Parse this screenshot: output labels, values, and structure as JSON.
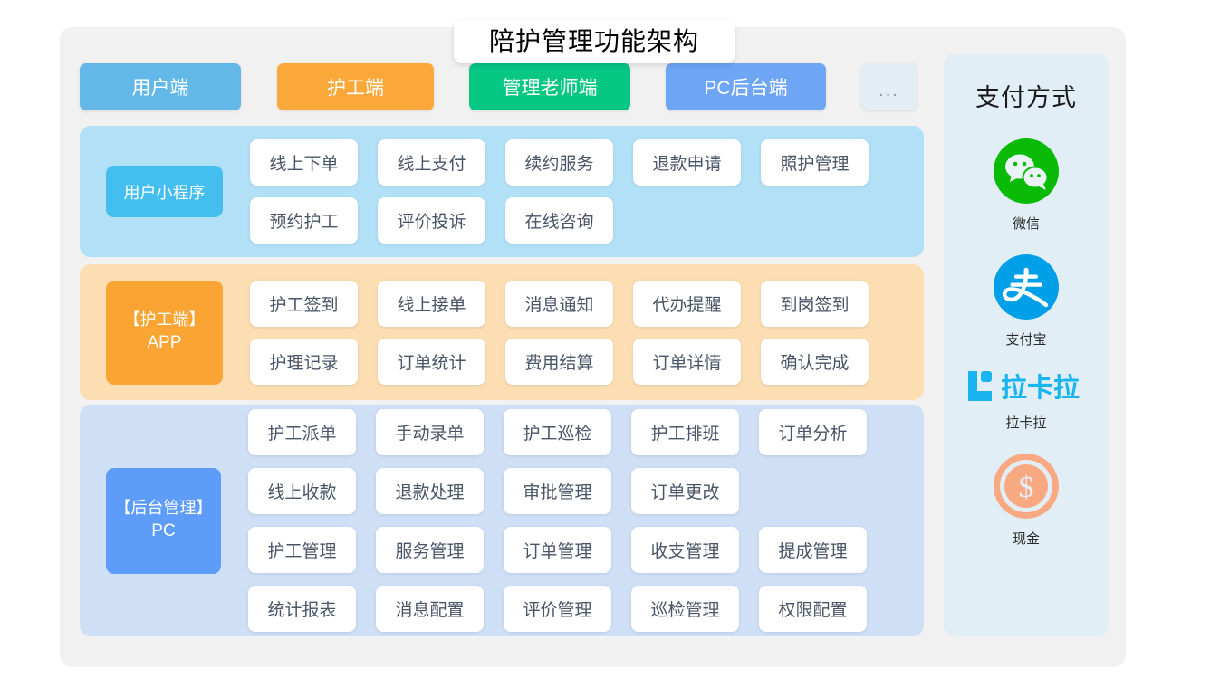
{
  "title": "陪护管理功能架构",
  "tabs": [
    {
      "label": "用户端",
      "color": "#63b8e8"
    },
    {
      "label": "护工端",
      "color": "#f9a839"
    },
    {
      "label": "管理老师端",
      "color": "#07c785"
    },
    {
      "label": "PC后台端",
      "color": "#6fa5f5"
    },
    {
      "label": "...",
      "color": "#e2eef3"
    }
  ],
  "sections": [
    {
      "label_line1": "用户小程序",
      "label_line2": "",
      "bg": "#b2e0f6",
      "chip_color": "#44bdef",
      "items": [
        "线上下单",
        "线上支付",
        "续约服务",
        "退款申请",
        "照护管理",
        "预约护工",
        "评价投诉",
        "在线咨询"
      ]
    },
    {
      "label_line1": "【护工端】",
      "label_line2": "APP",
      "bg": "#fcdeb2",
      "chip_color": "#faa533",
      "items": [
        "护工签到",
        "线上接单",
        "消息通知",
        "代办提醒",
        "到岗签到",
        "护理记录",
        "订单统计",
        "费用结算",
        "订单详情",
        "确认完成"
      ]
    },
    {
      "label_line1": "【后台管理】",
      "label_line2": "PC",
      "bg": "#cfdff6",
      "chip_color": "#5e9cfa",
      "items": [
        "护工派单",
        "手动录单",
        "护工巡检",
        "护工排班",
        "订单分析",
        "线上收款",
        "退款处理",
        "审批管理",
        "订单更改",
        "",
        "护工管理",
        "服务管理",
        "订单管理",
        "收支管理",
        "提成管理",
        "统计报表",
        "消息配置",
        "评价管理",
        "巡检管理",
        "权限配置"
      ]
    }
  ],
  "payments": {
    "title": "支付方式",
    "methods": [
      {
        "label": "微信",
        "icon": "wechat-icon",
        "color": "#09bb07"
      },
      {
        "label": "支付宝",
        "icon": "alipay-icon",
        "color": "#00a0e9"
      },
      {
        "label": "拉卡拉",
        "icon": "lakala-icon",
        "color": "#19b5f0"
      },
      {
        "label": "现金",
        "icon": "cash-icon",
        "color": "#f9a982"
      }
    ]
  }
}
